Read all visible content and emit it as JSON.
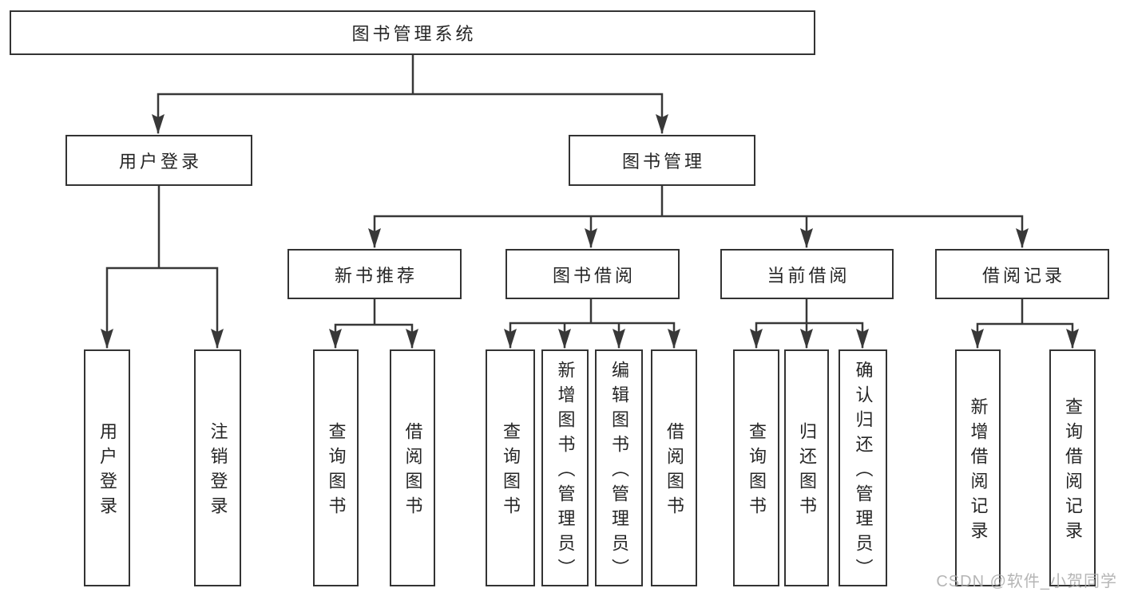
{
  "diagram_type": "hierarchy-tree",
  "colors": {
    "line": "#383838",
    "box_border": "#333333",
    "text": "#262626",
    "background": "#ffffff",
    "watermark_color": "#a9a9a9"
  },
  "watermark": "CSDN @软件_小贺同学",
  "tree": {
    "label": "图书管理系统",
    "children": [
      {
        "label": "用户登录",
        "children": [
          {
            "label": "用户登录"
          },
          {
            "label": "注销登录"
          }
        ]
      },
      {
        "label": "图书管理",
        "children": [
          {
            "label": "新书推荐",
            "children": [
              {
                "label": "查询图书"
              },
              {
                "label": "借阅图书"
              }
            ]
          },
          {
            "label": "图书借阅",
            "children": [
              {
                "label": "查询图书"
              },
              {
                "label": "新增图书（管理员）"
              },
              {
                "label": "编辑图书（管理员）"
              },
              {
                "label": "借阅图书"
              }
            ]
          },
          {
            "label": "当前借阅",
            "children": [
              {
                "label": "查询图书"
              },
              {
                "label": "归还图书"
              },
              {
                "label": "确认归还（管理员）"
              }
            ]
          },
          {
            "label": "借阅记录",
            "children": [
              {
                "label": "新增借阅记录"
              },
              {
                "label": "查询借阅记录"
              }
            ]
          }
        ]
      }
    ]
  }
}
